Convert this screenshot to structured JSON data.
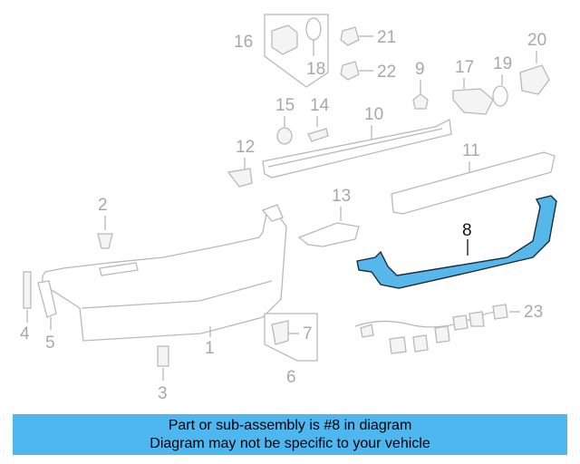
{
  "colors": {
    "highlight": "#55b7ea",
    "caption_bg": "#4fb7ef",
    "linework": "#b9b9b9"
  },
  "callouts": {
    "c1": "1",
    "c2": "2",
    "c3": "3",
    "c4": "4",
    "c5": "5",
    "c6": "6",
    "c7": "7",
    "c8": "8",
    "c9": "9",
    "c10": "10",
    "c11": "11",
    "c12": "12",
    "c13": "13",
    "c14": "14",
    "c15": "15",
    "c16": "16",
    "c17": "17",
    "c18": "18",
    "c19": "19",
    "c20": "20",
    "c21": "21",
    "c22": "22",
    "c23": "23"
  },
  "highlighted_part": "8",
  "caption": {
    "line1": "Part or sub-assembly is #8 in diagram",
    "line2": "Diagram may not be specific to your vehicle"
  }
}
